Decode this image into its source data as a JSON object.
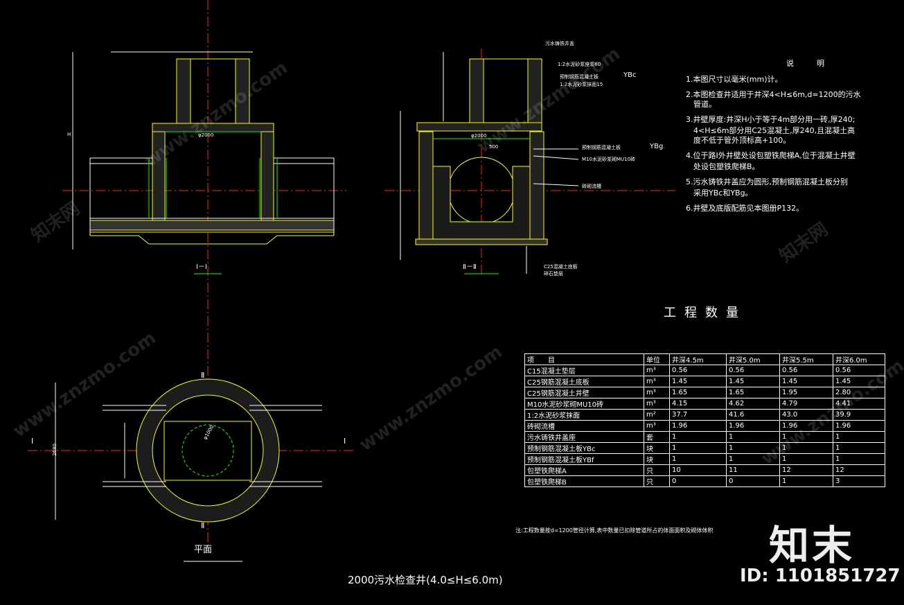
{
  "sections": {
    "section_1": "I－I",
    "section_2": "Ⅱ－Ⅱ",
    "plan": "平面",
    "drawing_title": "2000污水检查井(4.0≤H≤6.0m)"
  },
  "annotations": {
    "cover": "污水铸铁井盖",
    "mortar_60": "1:2水泥砂浆座浆60",
    "precast_slab": "预制钢筋混凝土板",
    "mortar_15": "1:2水泥砂浆抹面15",
    "ybc": "YBc",
    "ybg": "YBg",
    "precast_slab_2": "预制钢筋混凝土板",
    "m10": "M10水泥砂浆砌MU10砖",
    "flow_channel": "砖砌流槽",
    "c25_base": "C25混凝土底板",
    "gravel": "碎石垫层",
    "d_2000": "φ2000",
    "d_1000": "φ1000",
    "dim_500": "500",
    "dim_2680": "2680",
    "dim_h": "H",
    "roman_I": "I",
    "roman_II": "Ⅱ"
  },
  "notes": {
    "heading": "说　　　明",
    "items": [
      "1.本图尺寸以毫米(mm)计。",
      "2.本图检查井适用于井深4<H≤6m,d=1200的污水",
      "　管道。",
      "3.井壁厚度:井深H小于等于4m部分用一砖,厚240;",
      "　4<H≤6m部分用C25混凝土,厚240,且混凝土高",
      "　度不低于管外顶标高+100。",
      "4.位于路Ⅰ外井壁处设包塑铁爬梯A,位于混凝土井壁",
      "　处设包塑铁爬梯B。",
      "5.污水铸铁井盖应为圆形,预制钢筋混凝土板分别",
      "　采用YBc和YBg。",
      "6.井壁及底版配筋见本图册P132。"
    ]
  },
  "quantity": {
    "title": "工程数量",
    "headers": [
      "项　　目",
      "单位",
      "井深4.5m",
      "井深5.0m",
      "井深5.5m",
      "井深6.0m"
    ],
    "rows": [
      [
        "C15混凝土垫层",
        "m³",
        "0.56",
        "0.56",
        "0.56",
        "0.56"
      ],
      [
        "C25钢筋混凝土底板",
        "m³",
        "1.45",
        "1.45",
        "1.45",
        "1.45"
      ],
      [
        "C25钢筋混凝土井壁",
        "m³",
        "1.65",
        "1.65",
        "1.95",
        "2.80"
      ],
      [
        "M10水泥砂浆砌MU10砖",
        "m³",
        "4.15",
        "4.62",
        "4.79",
        "4.41"
      ],
      [
        "1:2水泥砂浆抹面",
        "m²",
        "37.7",
        "41.6",
        "43.0",
        "39.9"
      ],
      [
        "砖砌流槽",
        "m³",
        "1.96",
        "1.96",
        "1.96",
        "1.96"
      ],
      [
        "污水铸铁井盖座",
        "套",
        "1",
        "1",
        "1",
        "1"
      ],
      [
        "预制钢筋混凝土板YBc",
        "块",
        "1",
        "1",
        "1",
        "1"
      ],
      [
        "预制钢筋混凝土板YBf",
        "块",
        "1",
        "1",
        "1",
        "1"
      ],
      [
        "包塑铁爬梯A",
        "只",
        "10",
        "11",
        "12",
        "12"
      ],
      [
        "包塑铁爬梯B",
        "只",
        "0",
        "0",
        "1",
        "3"
      ]
    ],
    "footnote": "注:工程数量按d=1200管径计算,表中数量已扣除管道所占的体面面积及砌体体积"
  },
  "branding": {
    "watermark": "www.znzmo.com",
    "watermark_cn": "知末网",
    "logo": "知末",
    "id": "ID: 1101851727"
  },
  "colors": {
    "line_white": "#ffffff",
    "line_yellow": "#ffff00",
    "line_green": "#00ff00",
    "center_red": "#ff2020"
  }
}
